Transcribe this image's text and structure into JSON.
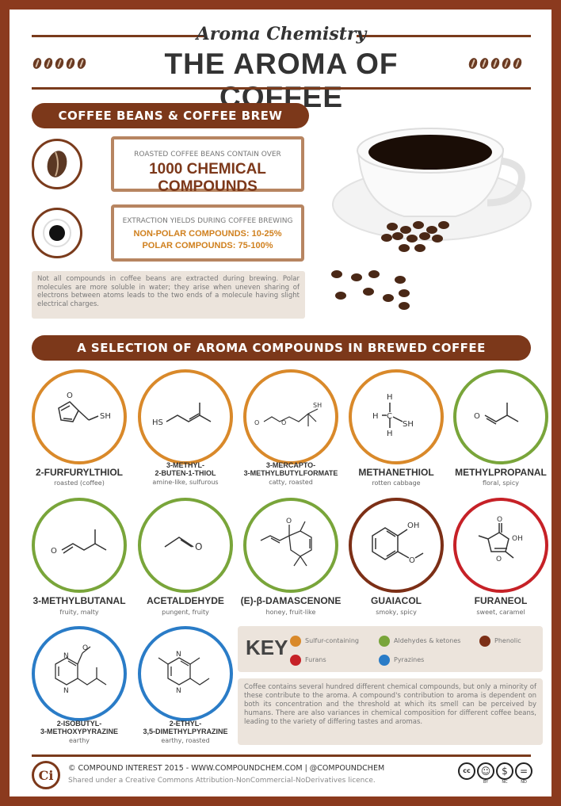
{
  "header": {
    "subtitle": "Aroma Chemistry",
    "title": "THE AROMA OF COFFEE"
  },
  "section1": {
    "banner": "COFFEE BEANS & COFFEE BREW",
    "box1_small": "ROASTED COFFEE BEANS CONTAIN OVER",
    "box1_big": "1000 CHEMICAL COMPOUNDS",
    "box2_small": "EXTRACTION YIELDS DURING COFFEE BREWING",
    "box2_line1": "NON-POLAR COMPOUNDS: 10-25%",
    "box2_line2": "POLAR COMPOUNDS: 75-100%",
    "note": "Not all compounds in coffee beans are extracted during brewing. Polar molecules are more soluble in water; they arise when uneven sharing of electrons between atoms leads to the two ends of a molecule having slight electrical charges."
  },
  "section2": {
    "banner": "A SELECTION OF AROMA COMPOUNDS IN BREWED COFFEE"
  },
  "compounds": [
    {
      "name": "2-FURFURYLTHIOL",
      "desc": "roasted (coffee)",
      "color": "#d9892a"
    },
    {
      "name": "3-METHYL-\n2-BUTEN-1-THIOL",
      "desc": "amine-like, sulfurous",
      "color": "#d9892a"
    },
    {
      "name": "3-MERCAPTO-\n3-METHYLBUTYLFORMATE",
      "desc": "catty, roasted",
      "color": "#d9892a"
    },
    {
      "name": "METHANETHIOL",
      "desc": "rotten cabbage",
      "color": "#d9892a"
    },
    {
      "name": "METHYLPROPANAL",
      "desc": "floral, spicy",
      "color": "#79a53a"
    },
    {
      "name": "3-METHYLBUTANAL",
      "desc": "fruity, malty",
      "color": "#79a53a"
    },
    {
      "name": "ACETALDEHYDE",
      "desc": "pungent, fruity",
      "color": "#79a53a"
    },
    {
      "name": "(E)-β-DAMASCENONE",
      "desc": "honey, fruit-like",
      "color": "#79a53a"
    },
    {
      "name": "GUAIACOL",
      "desc": "smoky, spicy",
      "color": "#7c2f16"
    },
    {
      "name": "FURANEOL",
      "desc": "sweet, caramel",
      "color": "#c62127"
    },
    {
      "name": "2-ISOBUTYL-\n3-METHOXYPYRAZINE",
      "desc": "earthy",
      "color": "#2a7cc7"
    },
    {
      "name": "2-ETHYL-\n3,5-DIMETHYLPYRAZINE",
      "desc": "earthy, roasted",
      "color": "#2a7cc7"
    }
  ],
  "key": {
    "title": "KEY",
    "items": [
      {
        "label": "Sulfur-containing",
        "color": "#d9892a"
      },
      {
        "label": "Aldehydes & ketones",
        "color": "#79a53a"
      },
      {
        "label": "Phenolic",
        "color": "#7c2f16"
      },
      {
        "label": "Furans",
        "color": "#c62127"
      },
      {
        "label": "Pyrazines",
        "color": "#2a7cc7"
      }
    ]
  },
  "info": "Coffee contains several hundred different chemical compounds, but only a minority of these contribute to the aroma. A compound's contribution to aroma is dependent on both its concentration and the threshold at which its smell can be perceived by humans. There are also variances in chemical composition for different coffee beans, leading to the variety of differing tastes and aromas.",
  "footer": {
    "logo": "Ci",
    "line1": "© COMPOUND INTEREST 2015 - WWW.COMPOUNDCHEM.COM | @COMPOUNDCHEM",
    "line2": "Shared under a Creative Commons Attribution-NonCommercial-NoDerivatives licence.",
    "cc_labels": [
      "cc",
      "BY",
      "NC",
      "ND"
    ]
  }
}
